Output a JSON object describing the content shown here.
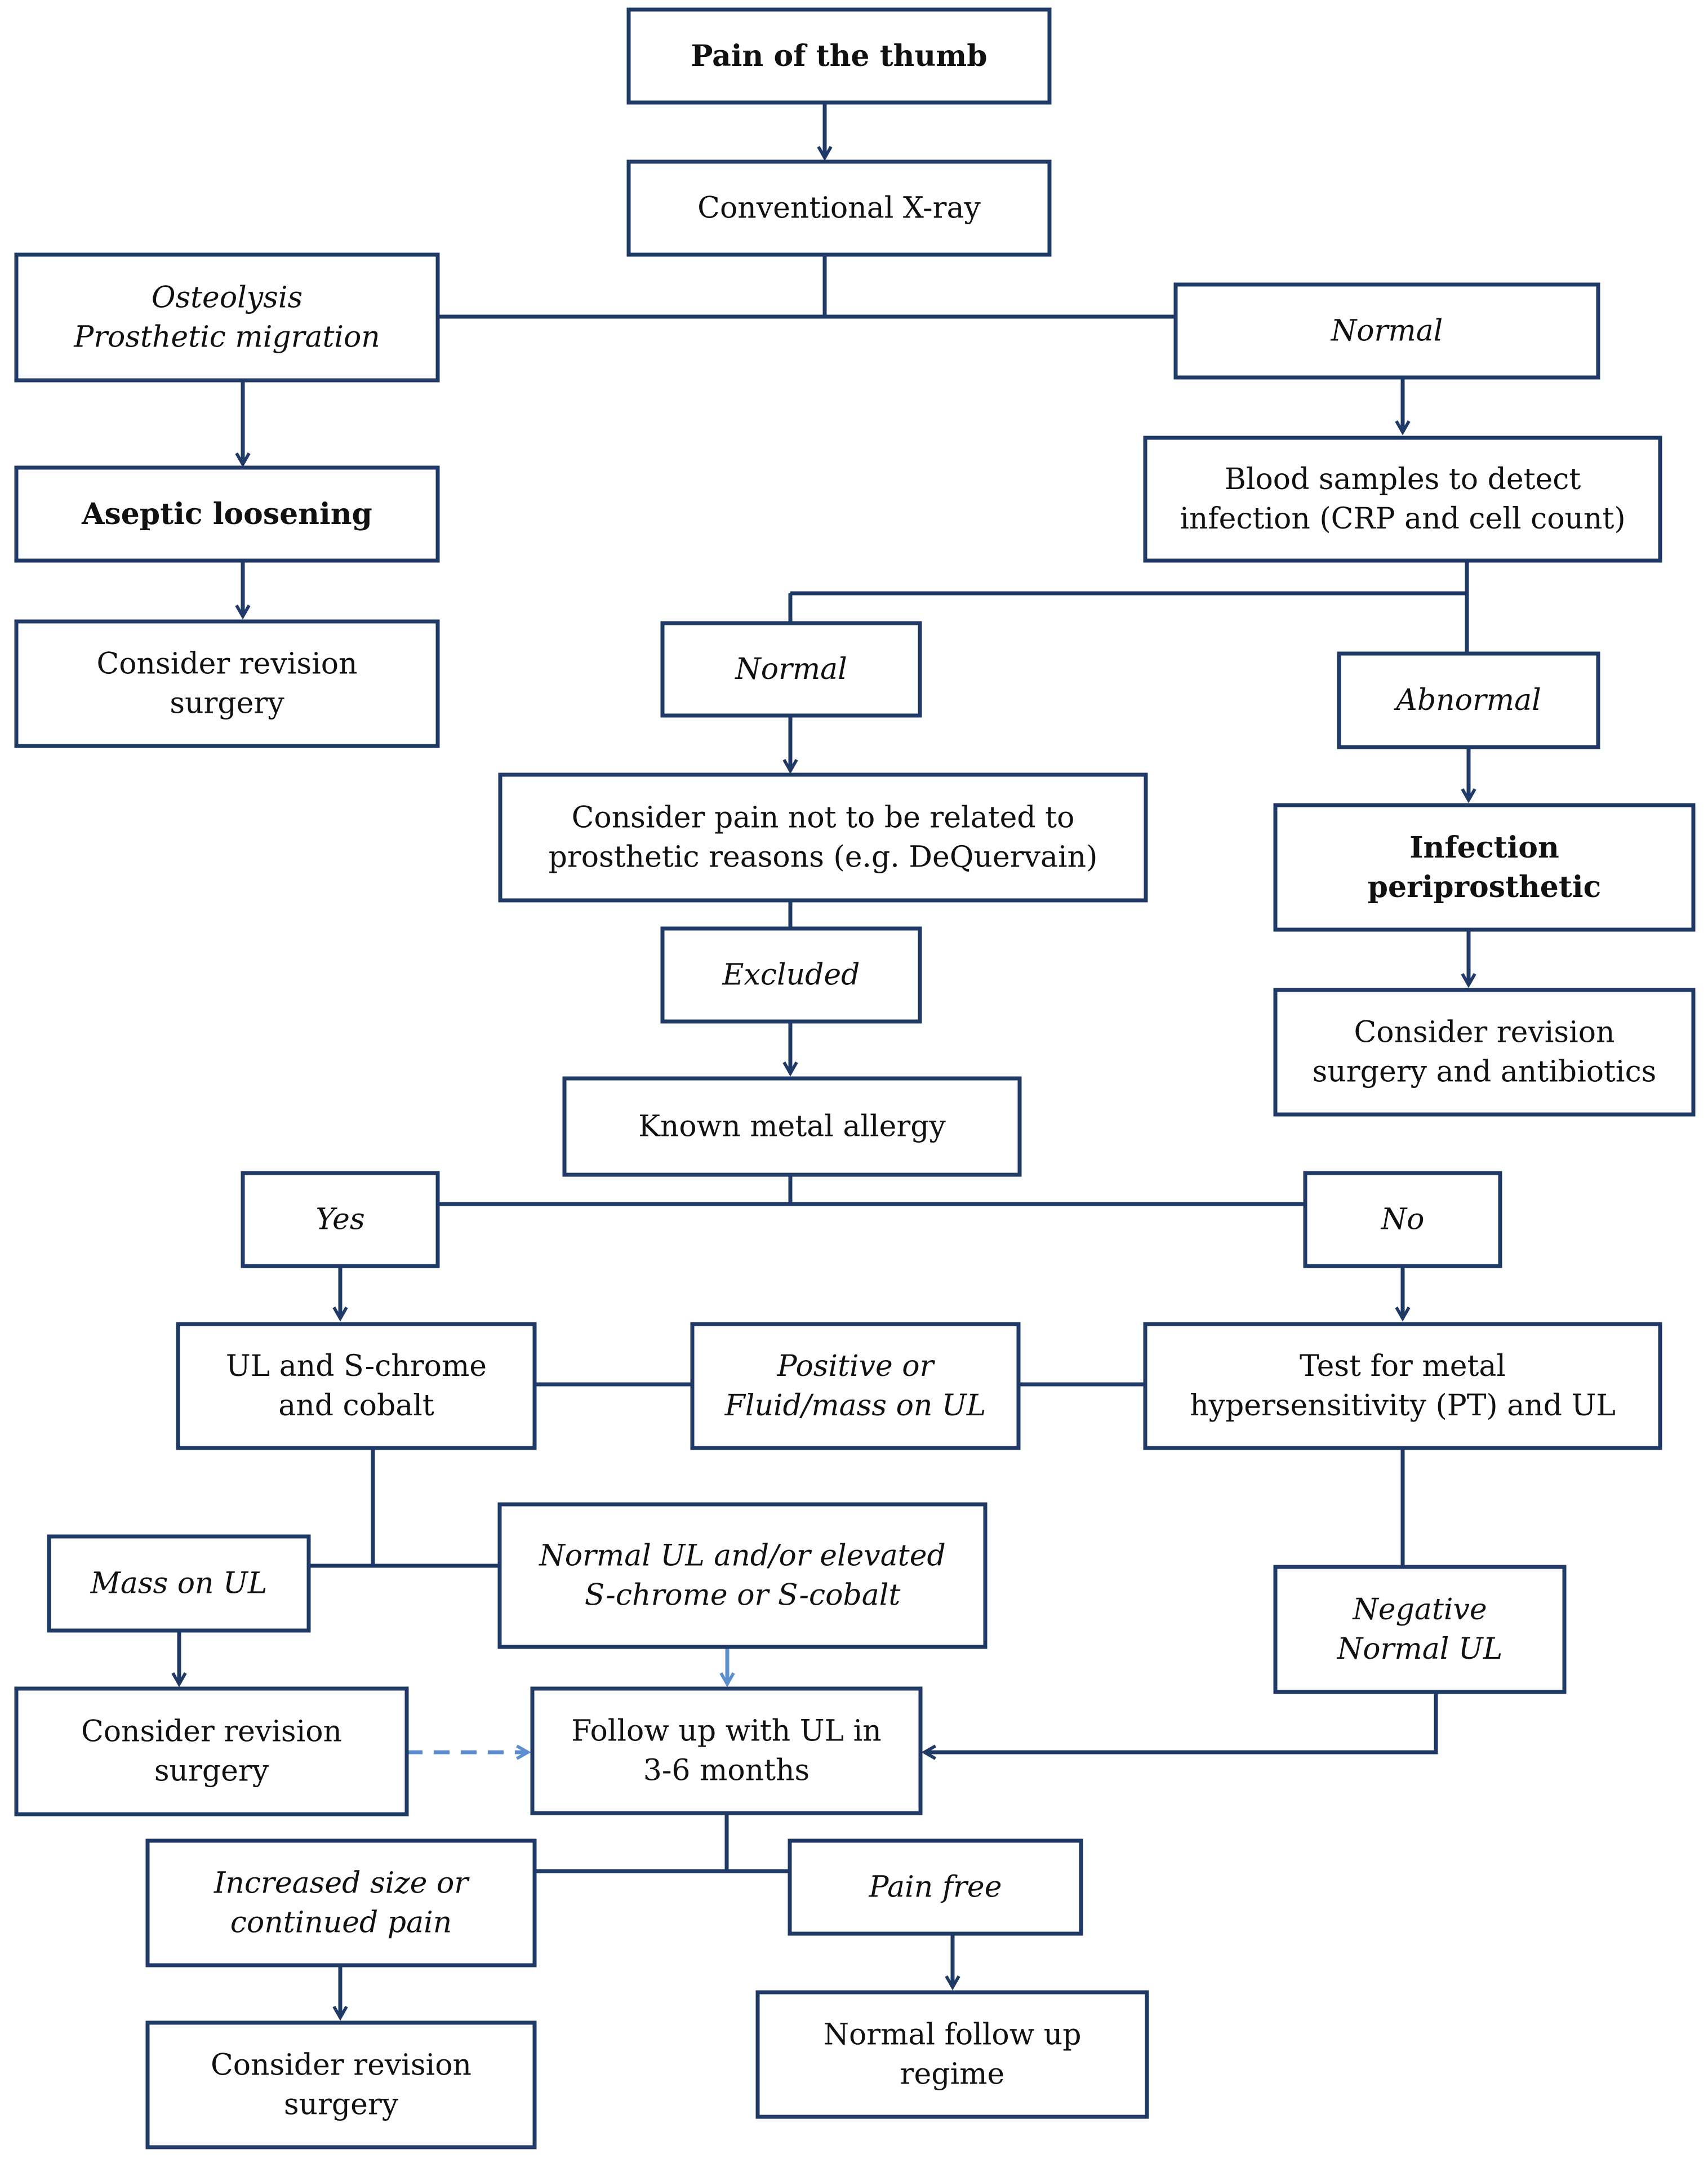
{
  "nodes": [
    {
      "id": "pain-thumb",
      "lines": [
        "Pain of the thumb"
      ],
      "style": "bold"
    },
    {
      "id": "xray",
      "lines": [
        "Conventional X-ray"
      ],
      "style": "normal"
    },
    {
      "id": "osteolysis",
      "lines": [
        "Osteolysis",
        "Prosthetic migration"
      ],
      "style": "italic"
    },
    {
      "id": "normal-xray",
      "lines": [
        "Normal"
      ],
      "style": "italic"
    },
    {
      "id": "aseptic",
      "lines": [
        "Aseptic loosening"
      ],
      "style": "bold"
    },
    {
      "id": "blood",
      "lines": [
        "Blood samples to detect",
        "infection (CRP and cell count)"
      ],
      "style": "normal"
    },
    {
      "id": "revision-1",
      "lines": [
        "Consider revision",
        "surgery"
      ],
      "style": "normal"
    },
    {
      "id": "normal-blood",
      "lines": [
        "Normal"
      ],
      "style": "italic"
    },
    {
      "id": "abnormal",
      "lines": [
        "Abnormal"
      ],
      "style": "italic"
    },
    {
      "id": "pain-not-related",
      "lines": [
        "Consider pain not to be related to",
        "prosthetic reasons (e.g. DeQuervain)"
      ],
      "style": "normal"
    },
    {
      "id": "infection",
      "lines": [
        "Infection",
        "periprosthetic"
      ],
      "style": "bold"
    },
    {
      "id": "excluded",
      "lines": [
        "Excluded"
      ],
      "style": "italic"
    },
    {
      "id": "revision-antibiotics",
      "lines": [
        "Consider revision",
        "surgery and antibiotics"
      ],
      "style": "normal"
    },
    {
      "id": "metal-allergy",
      "lines": [
        "Known metal allergy"
      ],
      "style": "normal"
    },
    {
      "id": "yes",
      "lines": [
        "Yes"
      ],
      "style": "italic"
    },
    {
      "id": "no",
      "lines": [
        "No"
      ],
      "style": "italic"
    },
    {
      "id": "ul-chrome",
      "lines": [
        "UL and S-chrome",
        "and cobalt"
      ],
      "style": "normal"
    },
    {
      "id": "positive",
      "lines": [
        "Positive or",
        "Fluid/mass on UL"
      ],
      "style": "italic"
    },
    {
      "id": "test-hypersens",
      "lines": [
        "Test for metal",
        "hypersensitivity (PT) and UL"
      ],
      "style": "normal"
    },
    {
      "id": "mass-ul",
      "lines": [
        "Mass on UL"
      ],
      "style": "italic"
    },
    {
      "id": "normal-ul-elevated",
      "lines": [
        "Normal UL and/or elevated",
        "S-chrome or S-cobalt"
      ],
      "style": "italic"
    },
    {
      "id": "negative",
      "lines": [
        "Negative",
        "Normal UL"
      ],
      "style": "italic"
    },
    {
      "id": "revision-2",
      "lines": [
        "Consider revision",
        "surgery"
      ],
      "style": "normal"
    },
    {
      "id": "follow-up",
      "lines": [
        "Follow up with UL in",
        "3-6 months"
      ],
      "style": "normal"
    },
    {
      "id": "increased-size",
      "lines": [
        "Increased size or",
        "continued pain"
      ],
      "style": "italic"
    },
    {
      "id": "pain-free",
      "lines": [
        "Pain free"
      ],
      "style": "italic"
    },
    {
      "id": "revision-3",
      "lines": [
        "Consider revision",
        "surgery"
      ],
      "style": "normal"
    },
    {
      "id": "normal-followup",
      "lines": [
        "Normal follow up",
        "regime"
      ],
      "style": "normal"
    }
  ],
  "colors": {
    "stroke": "#1f3a66",
    "dashed_arrow": "#5b8fd0"
  }
}
